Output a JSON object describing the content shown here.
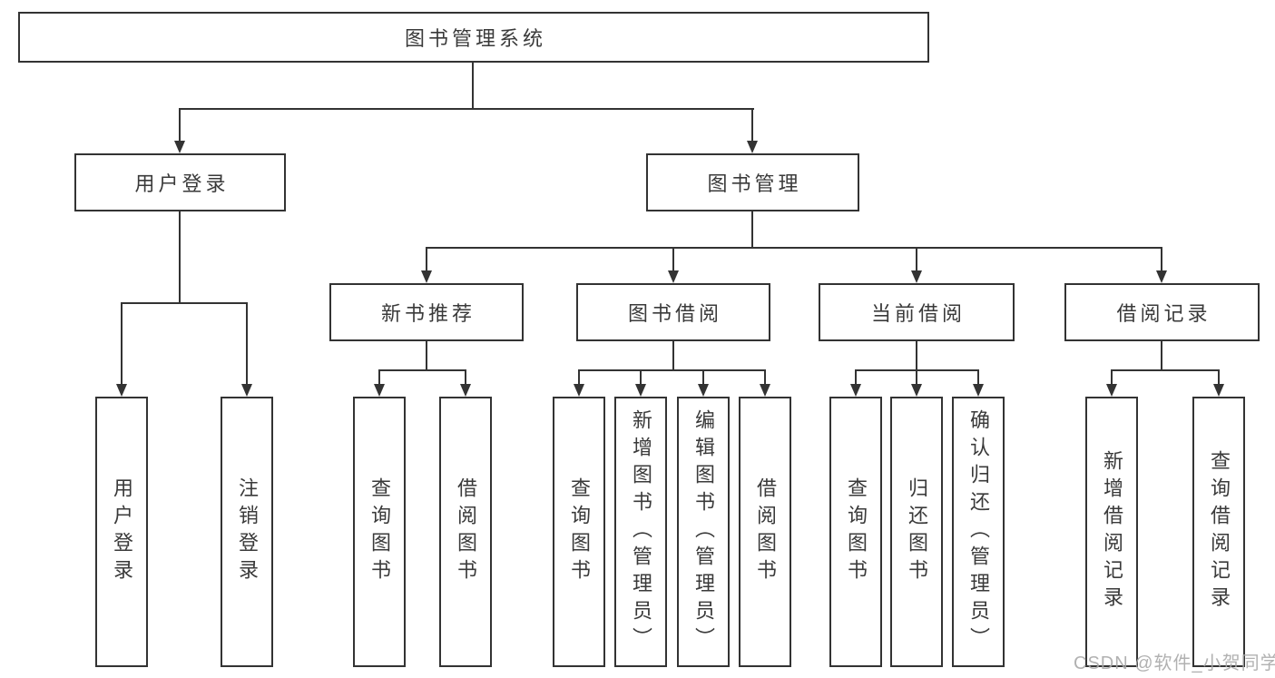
{
  "diagram": {
    "root": {
      "label": "图书管理系统"
    },
    "level2": [
      {
        "label": "用户登录"
      },
      {
        "label": "图书管理"
      }
    ],
    "level3": [
      {
        "label": "新书推荐"
      },
      {
        "label": "图书借阅"
      },
      {
        "label": "当前借阅"
      },
      {
        "label": "借阅记录"
      }
    ],
    "leaves": {
      "user_login": [
        {
          "label": "用户登录"
        },
        {
          "label": "注销登录"
        }
      ],
      "new_books": [
        {
          "label": "查询图书"
        },
        {
          "label": "借阅图书"
        }
      ],
      "borrowing": [
        {
          "label": "查询图书"
        },
        {
          "label": "新增图书（管理员）"
        },
        {
          "label": "编辑图书（管理员）"
        },
        {
          "label": "借阅图书"
        }
      ],
      "current": [
        {
          "label": "查询图书"
        },
        {
          "label": "归还图书"
        },
        {
          "label": "确认归还（管理员）"
        }
      ],
      "records": [
        {
          "label": "新增借阅记录"
        },
        {
          "label": "查询借阅记录"
        }
      ]
    }
  },
  "watermark": {
    "text": "CSDN @软件_小贺同学"
  },
  "colors": {
    "line": "#333333",
    "text": "#3a3a3a",
    "watermark": "#a8a8a8",
    "background": "#ffffff"
  }
}
